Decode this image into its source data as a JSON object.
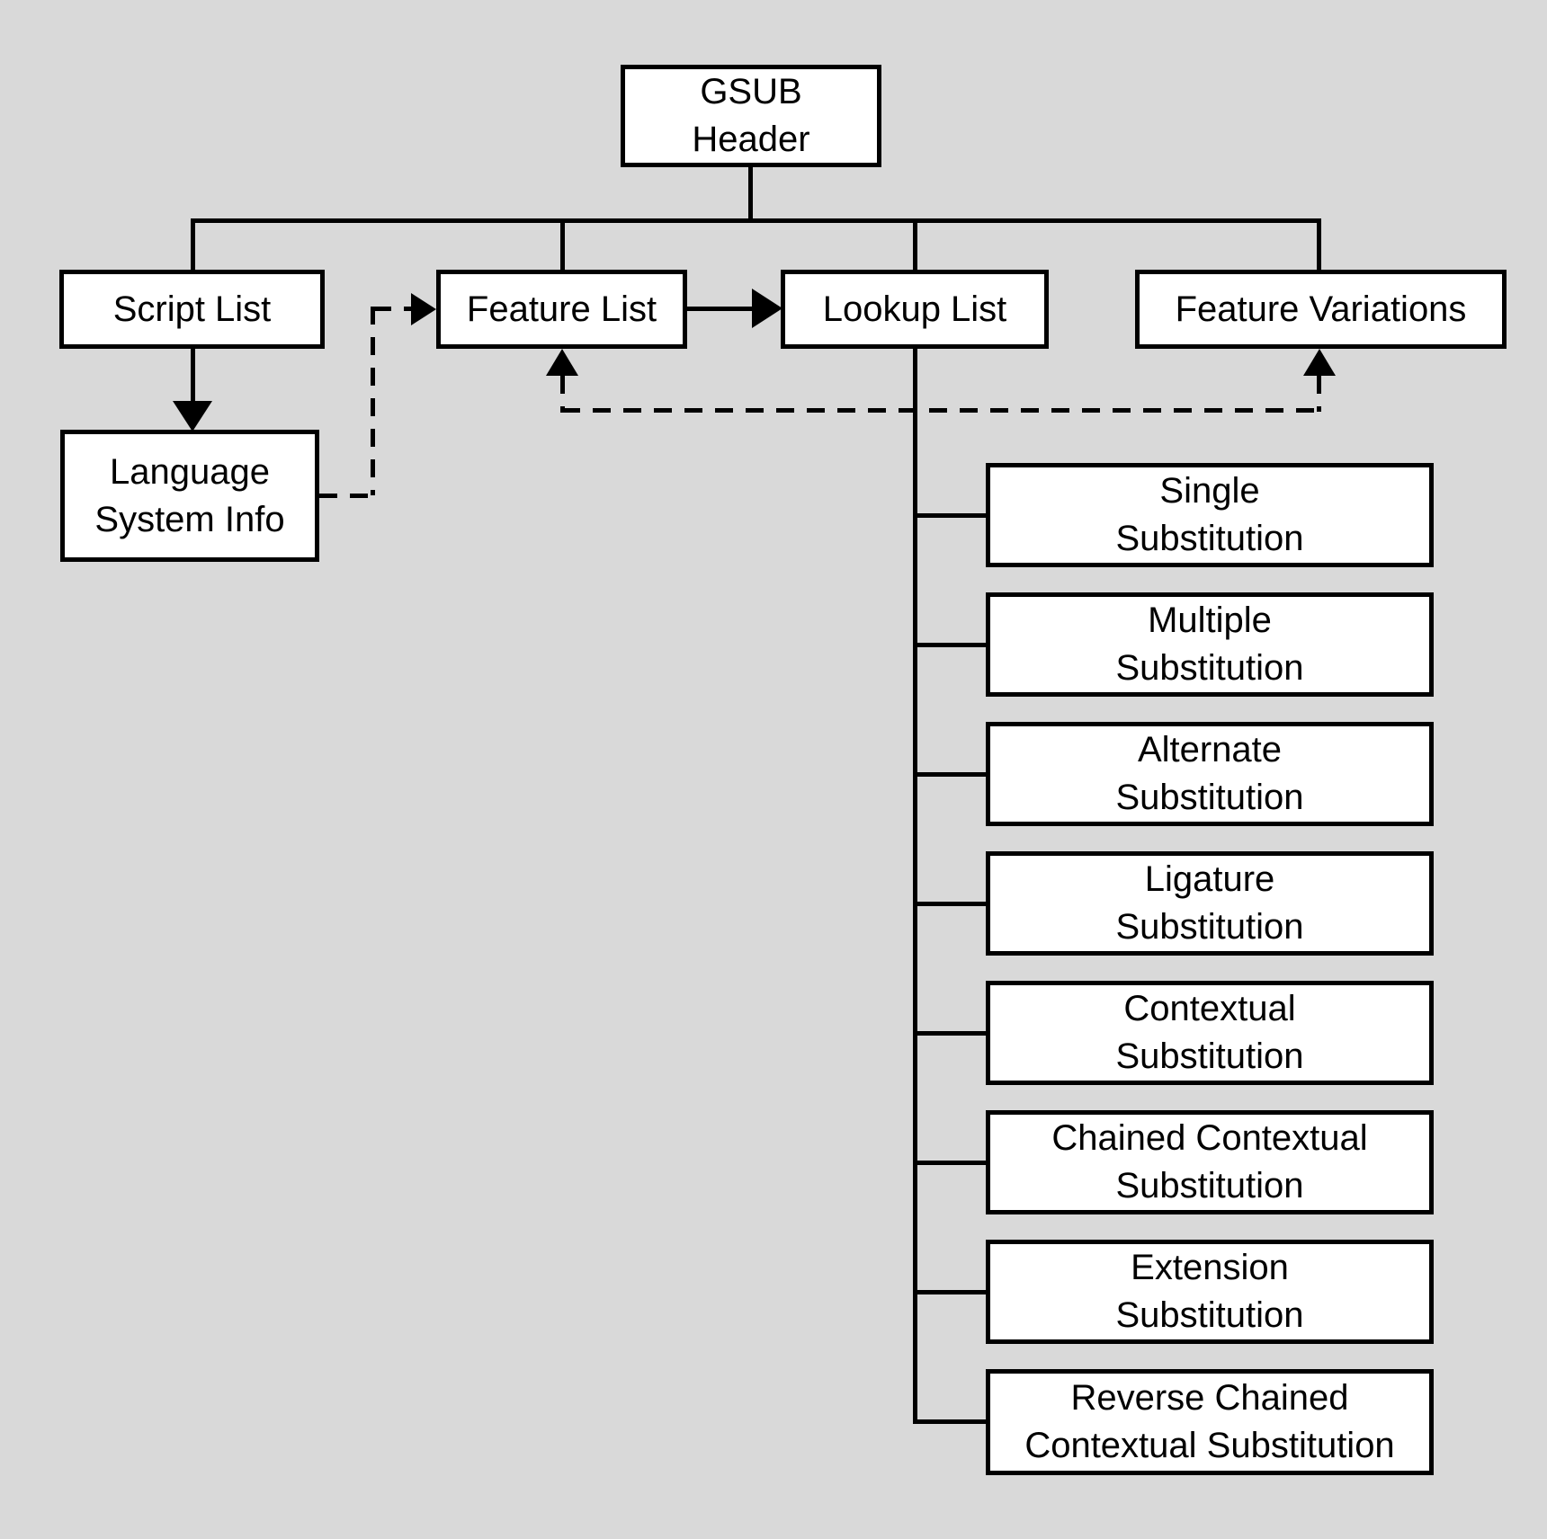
{
  "diagram": {
    "nodes": {
      "gsub_header": {
        "lines": [
          "GSUB",
          "Header"
        ]
      },
      "script_list": {
        "lines": [
          "Script List"
        ]
      },
      "feature_list": {
        "lines": [
          "Feature List"
        ]
      },
      "lookup_list": {
        "lines": [
          "Lookup List"
        ]
      },
      "feature_variations": {
        "lines": [
          "Feature Variations"
        ]
      },
      "language_system_info": {
        "lines": [
          "Language",
          "System Info"
        ]
      },
      "lookup_types": [
        {
          "lines": [
            "Single",
            "Substitution"
          ]
        },
        {
          "lines": [
            "Multiple",
            "Substitution"
          ]
        },
        {
          "lines": [
            "Alternate",
            "Substitution"
          ]
        },
        {
          "lines": [
            "Ligature",
            "Substitution"
          ]
        },
        {
          "lines": [
            "Contextual",
            "Substitution"
          ]
        },
        {
          "lines": [
            "Chained Contextual",
            "Substitution"
          ]
        },
        {
          "lines": [
            "Extension",
            "Substitution"
          ]
        },
        {
          "lines": [
            "Reverse Chained",
            "Contextual Substitution"
          ]
        }
      ]
    },
    "edges": [
      {
        "from": "gsub_header",
        "to": "script_list",
        "style": "solid"
      },
      {
        "from": "gsub_header",
        "to": "feature_list",
        "style": "solid"
      },
      {
        "from": "gsub_header",
        "to": "lookup_list",
        "style": "solid"
      },
      {
        "from": "gsub_header",
        "to": "feature_variations",
        "style": "solid"
      },
      {
        "from": "script_list",
        "to": "language_system_info",
        "style": "solid-arrow"
      },
      {
        "from": "language_system_info",
        "to": "feature_list",
        "style": "dashed-arrow"
      },
      {
        "from": "feature_list",
        "to": "lookup_list",
        "style": "solid-arrow"
      },
      {
        "from": "lookup_list",
        "to": "feature_list",
        "style": "dashed-arrow"
      },
      {
        "from": "lookup_list",
        "to": "feature_variations",
        "style": "dashed-arrow"
      },
      {
        "from": "lookup_list",
        "to": "lookup_types",
        "style": "solid-tree"
      }
    ],
    "colors": {
      "background": "#d9d9d9",
      "node_fill": "#ffffff",
      "line": "#000000",
      "text": "#000000"
    }
  }
}
